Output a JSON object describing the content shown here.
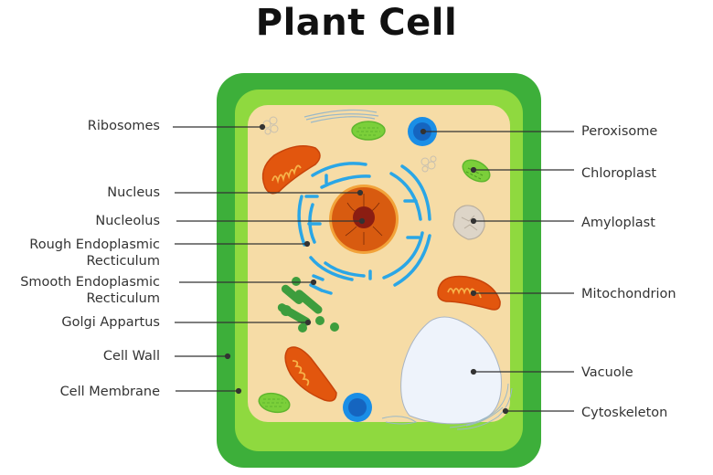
{
  "title": "Plant Cell",
  "colors": {
    "cell_wall": "#3daf3a",
    "cell_membrane": "#8fd93f",
    "cytoplasm": "#f6dca6",
    "er": "#2aa6e6",
    "nucleus": "#d85b10",
    "nucleolus": "#8b1d12",
    "mitochondrion": "#e2560e",
    "chloroplast": "#7bcf3a",
    "golgi": "#3d9d3d",
    "peroxisome": "#1a74d1",
    "vacuole": "#eef3fb",
    "amyloplast": "#ddd5c8"
  },
  "labels": {
    "left": [
      {
        "id": "ribosomes",
        "text": "Ribosomes"
      },
      {
        "id": "nucleus",
        "text": "Nucleus"
      },
      {
        "id": "nucleolus",
        "text": "Nucleolus"
      },
      {
        "id": "rough-er",
        "text": "Rough Endoplasmic\nRecticulum"
      },
      {
        "id": "smooth-er",
        "text": "Smooth Endoplasmic\nRecticulum"
      },
      {
        "id": "golgi",
        "text": "Golgi Appartus"
      },
      {
        "id": "cell-wall",
        "text": "Cell Wall"
      },
      {
        "id": "cell-membrane",
        "text": "Cell Membrane"
      }
    ],
    "right": [
      {
        "id": "peroxisome",
        "text": "Peroxisome"
      },
      {
        "id": "chloroplast",
        "text": "Chloroplast"
      },
      {
        "id": "amyloplast",
        "text": "Amyloplast"
      },
      {
        "id": "mitochondrion",
        "text": "Mitochondrion"
      },
      {
        "id": "vacuole",
        "text": "Vacuole"
      },
      {
        "id": "cytoskeleton",
        "text": "Cytoskeleton"
      }
    ]
  }
}
